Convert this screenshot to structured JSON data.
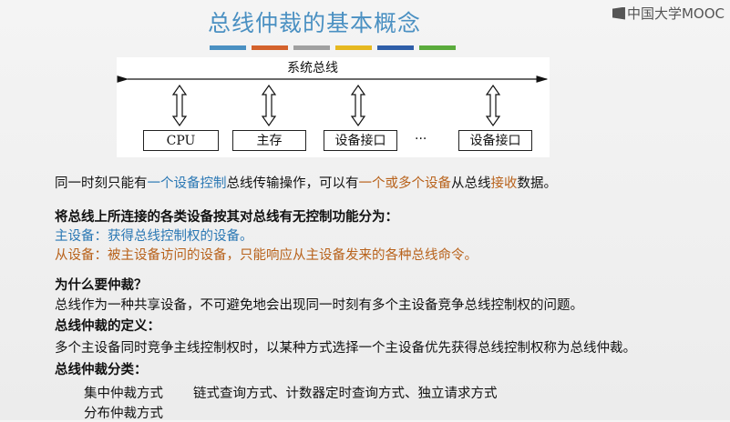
{
  "title": "总线仲裁的基本概念",
  "logo": "中国大学MOOC",
  "accent_bars": [
    "#4a90c2",
    "#d4622c",
    "#a0a0a0",
    "#e6b820",
    "#2f5ea8",
    "#5aab3c"
  ],
  "diagram": {
    "bus_label": "系统总线",
    "devices": [
      "CPU",
      "主存",
      "设备接口",
      "设备接口"
    ],
    "ellipsis": "···"
  },
  "line1": {
    "p1": "同一时刻只能有",
    "p2": "一个设备控制",
    "p3": "总线传输操作，可以有",
    "p4": "一个或多个设备",
    "p5": "从总线",
    "p6": "接收",
    "p7": "数据。"
  },
  "classify_heading": "将总线上所连接的各类设备按其对总线有无控制功能分为：",
  "master": "主设备：获得总线控制权的设备。",
  "slave": "从设备：被主设备访问的设备，只能响应从主设备发来的各种总线命令。",
  "why_heading": "为什么要仲裁？",
  "why_text": "总线作为一种共享设备，不可避免地会出现同一时刻有多个主设备竞争总线控制权的问题。",
  "def_heading": "总线仲裁的定义：",
  "def_text": "多个主设备同时竞争主线控制权时，以某种方式选择一个主设备优先获得总线控制权称为总线仲裁。",
  "cat_heading": "总线仲裁分类：",
  "centralized": "集中仲裁方式",
  "centralized_methods": "链式查询方式、计数器定时查询方式、独立请求方式",
  "distributed": "分布仲裁方式"
}
